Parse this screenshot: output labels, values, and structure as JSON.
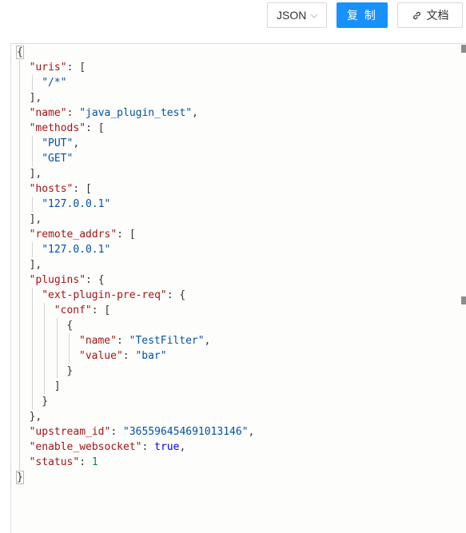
{
  "toolbar": {
    "format_label": "JSON",
    "copy_label": "复 制",
    "doc_label": "文档"
  },
  "icons": {
    "format": "chevron-down-icon",
    "doc": "link-icon"
  },
  "colors": {
    "primary": "#1890ff",
    "json_key": "#a31515",
    "json_string": "#0451a5",
    "json_number": "#098658",
    "json_keyword": "#0000ff"
  },
  "json_lines": [
    {
      "indent": 0,
      "tokens": [
        {
          "t": "{",
          "c": "pun"
        }
      ]
    },
    {
      "indent": 1,
      "tokens": [
        {
          "t": "\"uris\"",
          "c": "key"
        },
        {
          "t": ": [",
          "c": "pun"
        }
      ]
    },
    {
      "indent": 2,
      "tokens": [
        {
          "t": "\"/*\"",
          "c": "str"
        }
      ]
    },
    {
      "indent": 1,
      "tokens": [
        {
          "t": "],",
          "c": "pun"
        }
      ]
    },
    {
      "indent": 1,
      "tokens": [
        {
          "t": "\"name\"",
          "c": "key"
        },
        {
          "t": ": ",
          "c": "pun"
        },
        {
          "t": "\"java_plugin_test\"",
          "c": "str"
        },
        {
          "t": ",",
          "c": "pun"
        }
      ]
    },
    {
      "indent": 1,
      "tokens": [
        {
          "t": "\"methods\"",
          "c": "key"
        },
        {
          "t": ": [",
          "c": "pun"
        }
      ]
    },
    {
      "indent": 2,
      "tokens": [
        {
          "t": "\"PUT\"",
          "c": "str"
        },
        {
          "t": ",",
          "c": "pun"
        }
      ]
    },
    {
      "indent": 2,
      "tokens": [
        {
          "t": "\"GET\"",
          "c": "str"
        }
      ]
    },
    {
      "indent": 1,
      "tokens": [
        {
          "t": "],",
          "c": "pun"
        }
      ]
    },
    {
      "indent": 1,
      "tokens": [
        {
          "t": "\"hosts\"",
          "c": "key"
        },
        {
          "t": ": [",
          "c": "pun"
        }
      ]
    },
    {
      "indent": 2,
      "tokens": [
        {
          "t": "\"127.0.0.1\"",
          "c": "str"
        }
      ]
    },
    {
      "indent": 1,
      "tokens": [
        {
          "t": "],",
          "c": "pun"
        }
      ]
    },
    {
      "indent": 1,
      "tokens": [
        {
          "t": "\"remote_addrs\"",
          "c": "key"
        },
        {
          "t": ": [",
          "c": "pun"
        }
      ]
    },
    {
      "indent": 2,
      "tokens": [
        {
          "t": "\"127.0.0.1\"",
          "c": "str"
        }
      ]
    },
    {
      "indent": 1,
      "tokens": [
        {
          "t": "],",
          "c": "pun"
        }
      ]
    },
    {
      "indent": 1,
      "tokens": [
        {
          "t": "\"plugins\"",
          "c": "key"
        },
        {
          "t": ": {",
          "c": "pun"
        }
      ]
    },
    {
      "indent": 2,
      "tokens": [
        {
          "t": "\"ext-plugin-pre-req\"",
          "c": "key"
        },
        {
          "t": ": {",
          "c": "pun"
        }
      ]
    },
    {
      "indent": 3,
      "tokens": [
        {
          "t": "\"conf\"",
          "c": "key"
        },
        {
          "t": ": [",
          "c": "pun"
        }
      ]
    },
    {
      "indent": 4,
      "tokens": [
        {
          "t": "{",
          "c": "pun"
        }
      ]
    },
    {
      "indent": 5,
      "tokens": [
        {
          "t": "\"name\"",
          "c": "key"
        },
        {
          "t": ": ",
          "c": "pun"
        },
        {
          "t": "\"TestFilter\"",
          "c": "str"
        },
        {
          "t": ",",
          "c": "pun"
        }
      ]
    },
    {
      "indent": 5,
      "tokens": [
        {
          "t": "\"value\"",
          "c": "key"
        },
        {
          "t": ": ",
          "c": "pun"
        },
        {
          "t": "\"bar\"",
          "c": "str"
        }
      ]
    },
    {
      "indent": 4,
      "tokens": [
        {
          "t": "}",
          "c": "pun"
        }
      ]
    },
    {
      "indent": 3,
      "tokens": [
        {
          "t": "]",
          "c": "pun"
        }
      ]
    },
    {
      "indent": 2,
      "tokens": [
        {
          "t": "}",
          "c": "pun"
        }
      ]
    },
    {
      "indent": 1,
      "tokens": [
        {
          "t": "},",
          "c": "pun"
        }
      ]
    },
    {
      "indent": 1,
      "tokens": [
        {
          "t": "\"upstream_id\"",
          "c": "key"
        },
        {
          "t": ": ",
          "c": "pun"
        },
        {
          "t": "\"365596454691013146\"",
          "c": "str"
        },
        {
          "t": ",",
          "c": "pun"
        }
      ]
    },
    {
      "indent": 1,
      "tokens": [
        {
          "t": "\"enable_websocket\"",
          "c": "key"
        },
        {
          "t": ": ",
          "c": "pun"
        },
        {
          "t": "true",
          "c": "kw"
        },
        {
          "t": ",",
          "c": "pun"
        }
      ]
    },
    {
      "indent": 1,
      "tokens": [
        {
          "t": "\"status\"",
          "c": "key"
        },
        {
          "t": ": ",
          "c": "pun"
        },
        {
          "t": "1",
          "c": "num"
        }
      ]
    },
    {
      "indent": 0,
      "tokens": [
        {
          "t": "}",
          "c": "pun"
        }
      ]
    }
  ]
}
